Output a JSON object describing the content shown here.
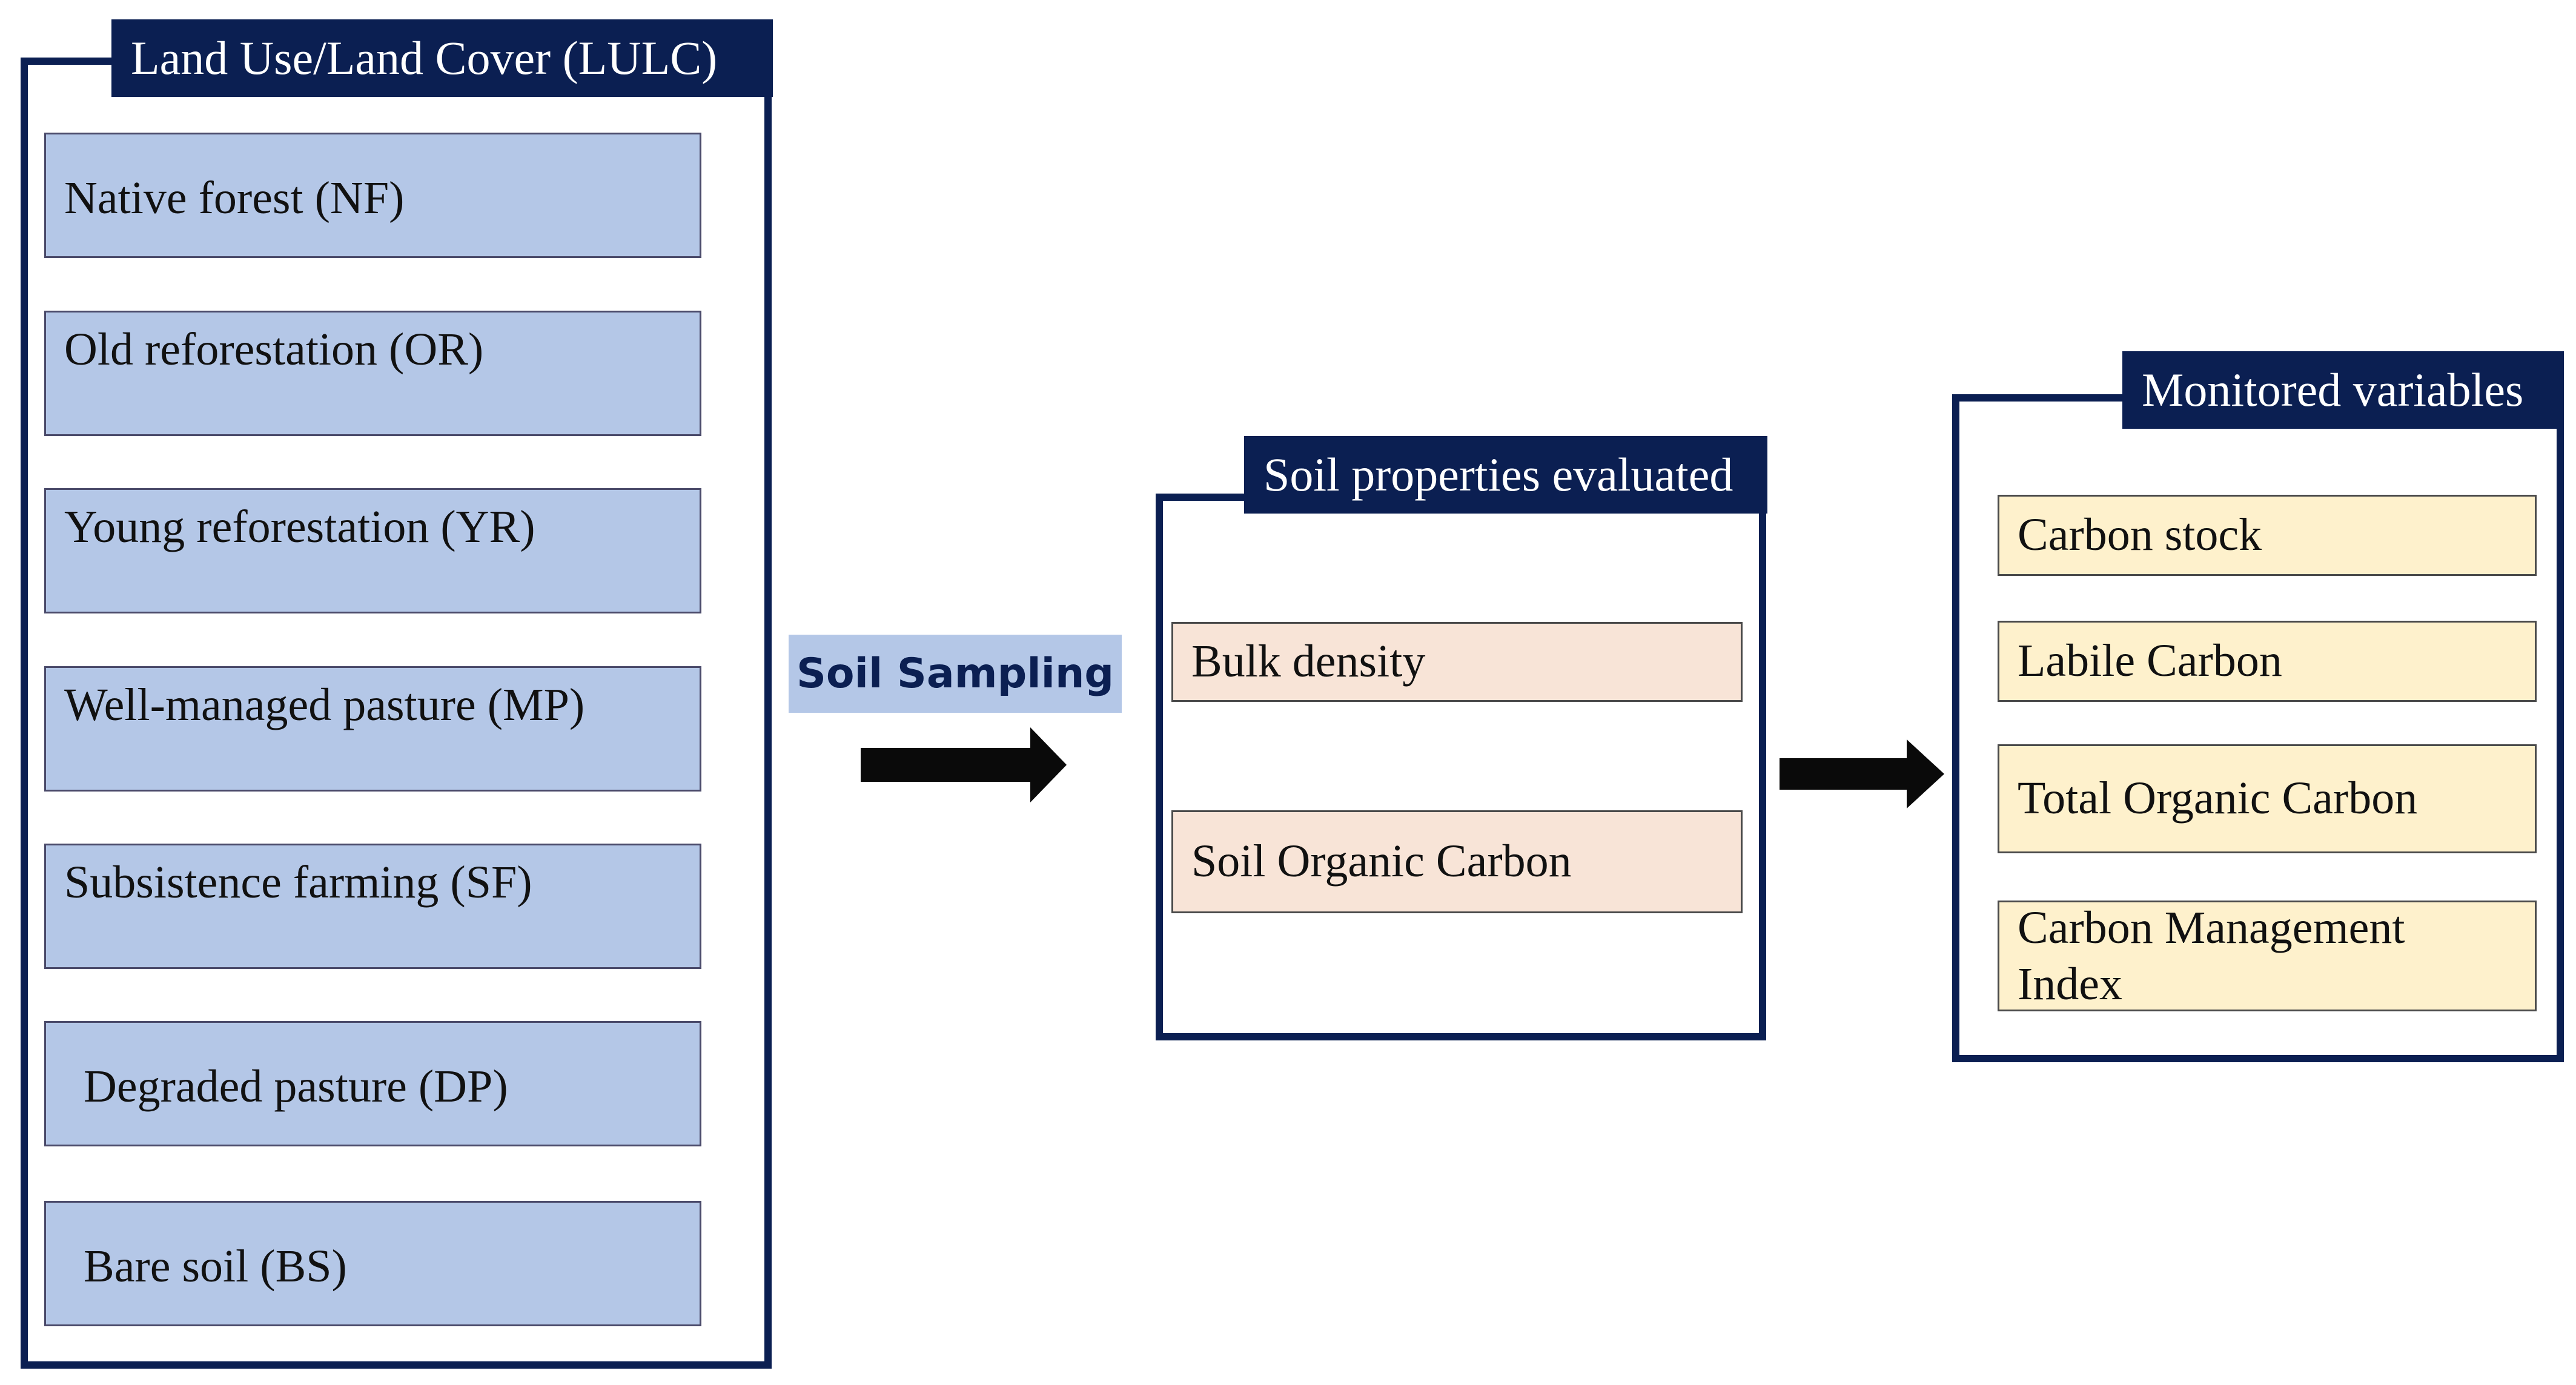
{
  "lulc": {
    "title": "Land Use/Land Cover (LULC)",
    "items": [
      "Native forest (NF)",
      "Old reforestation (OR)",
      "Young reforestation (YR)",
      "Well-managed pasture  (MP)",
      "Subsistence farming (SF)",
      "Degraded pasture (DP)",
      "Bare soil (BS)"
    ]
  },
  "sampling": {
    "label": "Soil Sampling"
  },
  "soil": {
    "title": "Soil  properties evaluated",
    "items": [
      "Bulk density",
      "Soil  Organic Carbon"
    ]
  },
  "monitored": {
    "title": "Monitored variables",
    "items": [
      "Carbon stock",
      "Labile Carbon",
      "Total Organic Carbon",
      "Carbon Management Index"
    ]
  },
  "colors": {
    "navy": "#0b1f52",
    "lulc_fill": "#b4c7e7",
    "soil_fill": "#f8e4d7",
    "variables_fill": "#fef1cc",
    "arrow": "#0a0a0a"
  }
}
